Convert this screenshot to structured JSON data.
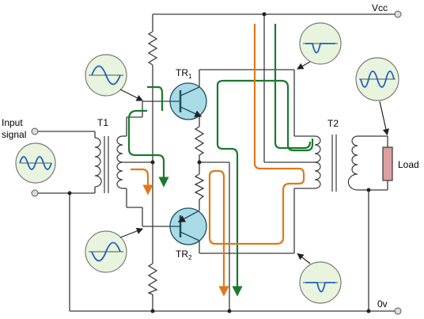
{
  "labels": {
    "vcc": "Vcc",
    "zero_v": "0v",
    "input_line1": "Input",
    "input_line2": "signal",
    "t1": "T1",
    "t2": "T2",
    "tr1_main": "TR",
    "tr1_sub": "1",
    "tr2_main": "TR",
    "tr2_sub": "2",
    "load": "Load"
  },
  "colors": {
    "wire": "#3a3a3a",
    "scope_fill": "#e8f4de",
    "scope_edge": "#7a7a7a",
    "wave": "#1f5fbf",
    "transistor_fill": "#a9dbe6",
    "transistor_edge": "#1f4f5f",
    "load_fill": "#dba0a0",
    "green_flow": "#1a7a2e",
    "orange_flow": "#e0781a"
  }
}
